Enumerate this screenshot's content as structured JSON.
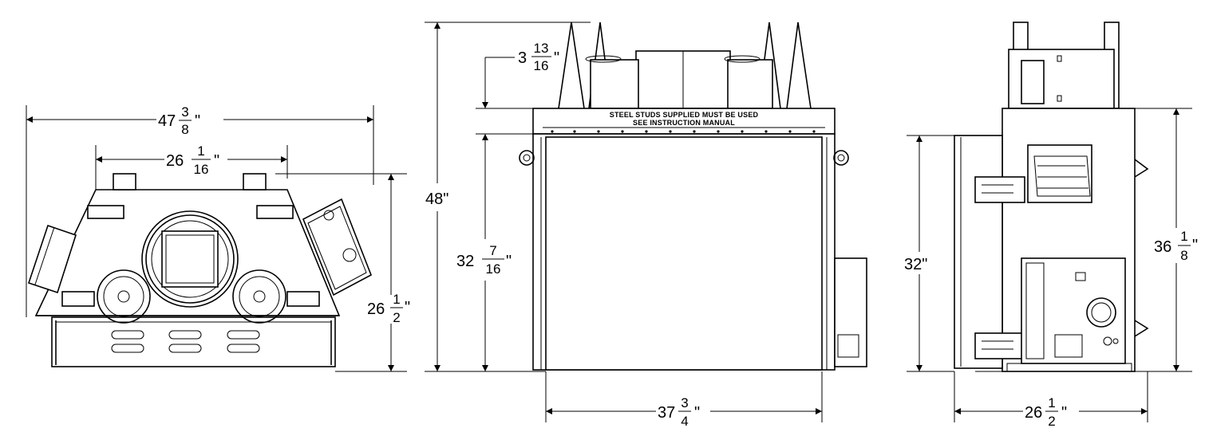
{
  "views": {
    "top": {
      "overall_width": {
        "whole": "47",
        "num": "3",
        "den": "8",
        "unit": "\""
      },
      "inner_width": {
        "whole": "26",
        "num": "1",
        "den": "16",
        "unit": "\""
      },
      "depth": {
        "whole": "26",
        "num": "1",
        "den": "2",
        "unit": "\""
      }
    },
    "front": {
      "overall_height": {
        "text": "48\""
      },
      "top_offset": {
        "whole": "3",
        "num": "13",
        "den": "16",
        "unit": "\""
      },
      "opening_height": {
        "whole": "32",
        "num": "7",
        "den": "16",
        "unit": "\""
      },
      "opening_width": {
        "whole": "37",
        "num": "3",
        "den": "4",
        "unit": "\""
      },
      "warning_line1": "STEEL STUDS SUPPLIED MUST BE USED",
      "warning_line2": "SEE INSTRUCTION MANUAL"
    },
    "side": {
      "height": {
        "text": "32\""
      },
      "overall_height": {
        "whole": "36",
        "num": "1",
        "den": "8",
        "unit": "\""
      },
      "depth": {
        "whole": "26",
        "num": "1",
        "den": "2",
        "unit": "\""
      }
    }
  }
}
